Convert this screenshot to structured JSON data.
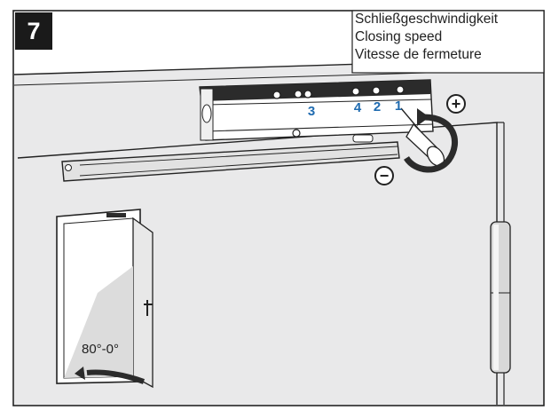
{
  "step": {
    "number": "7"
  },
  "caption": {
    "line_de": "Schließgeschwindigkeit",
    "line_en": "Closing speed",
    "line_fr": "Vitesse de fermeture"
  },
  "adjust_valves": {
    "v3": "3",
    "v4": "4",
    "v2": "2",
    "v1": "1"
  },
  "symbols": {
    "plus": "+",
    "minus": "−"
  },
  "door_angle": "80°-0°",
  "colors": {
    "frame_bg": "#e9e9ea",
    "label_blue": "#1f6bb0",
    "closer_dark": "#2b2b2b",
    "arm_silver": "#d9d9d9"
  }
}
